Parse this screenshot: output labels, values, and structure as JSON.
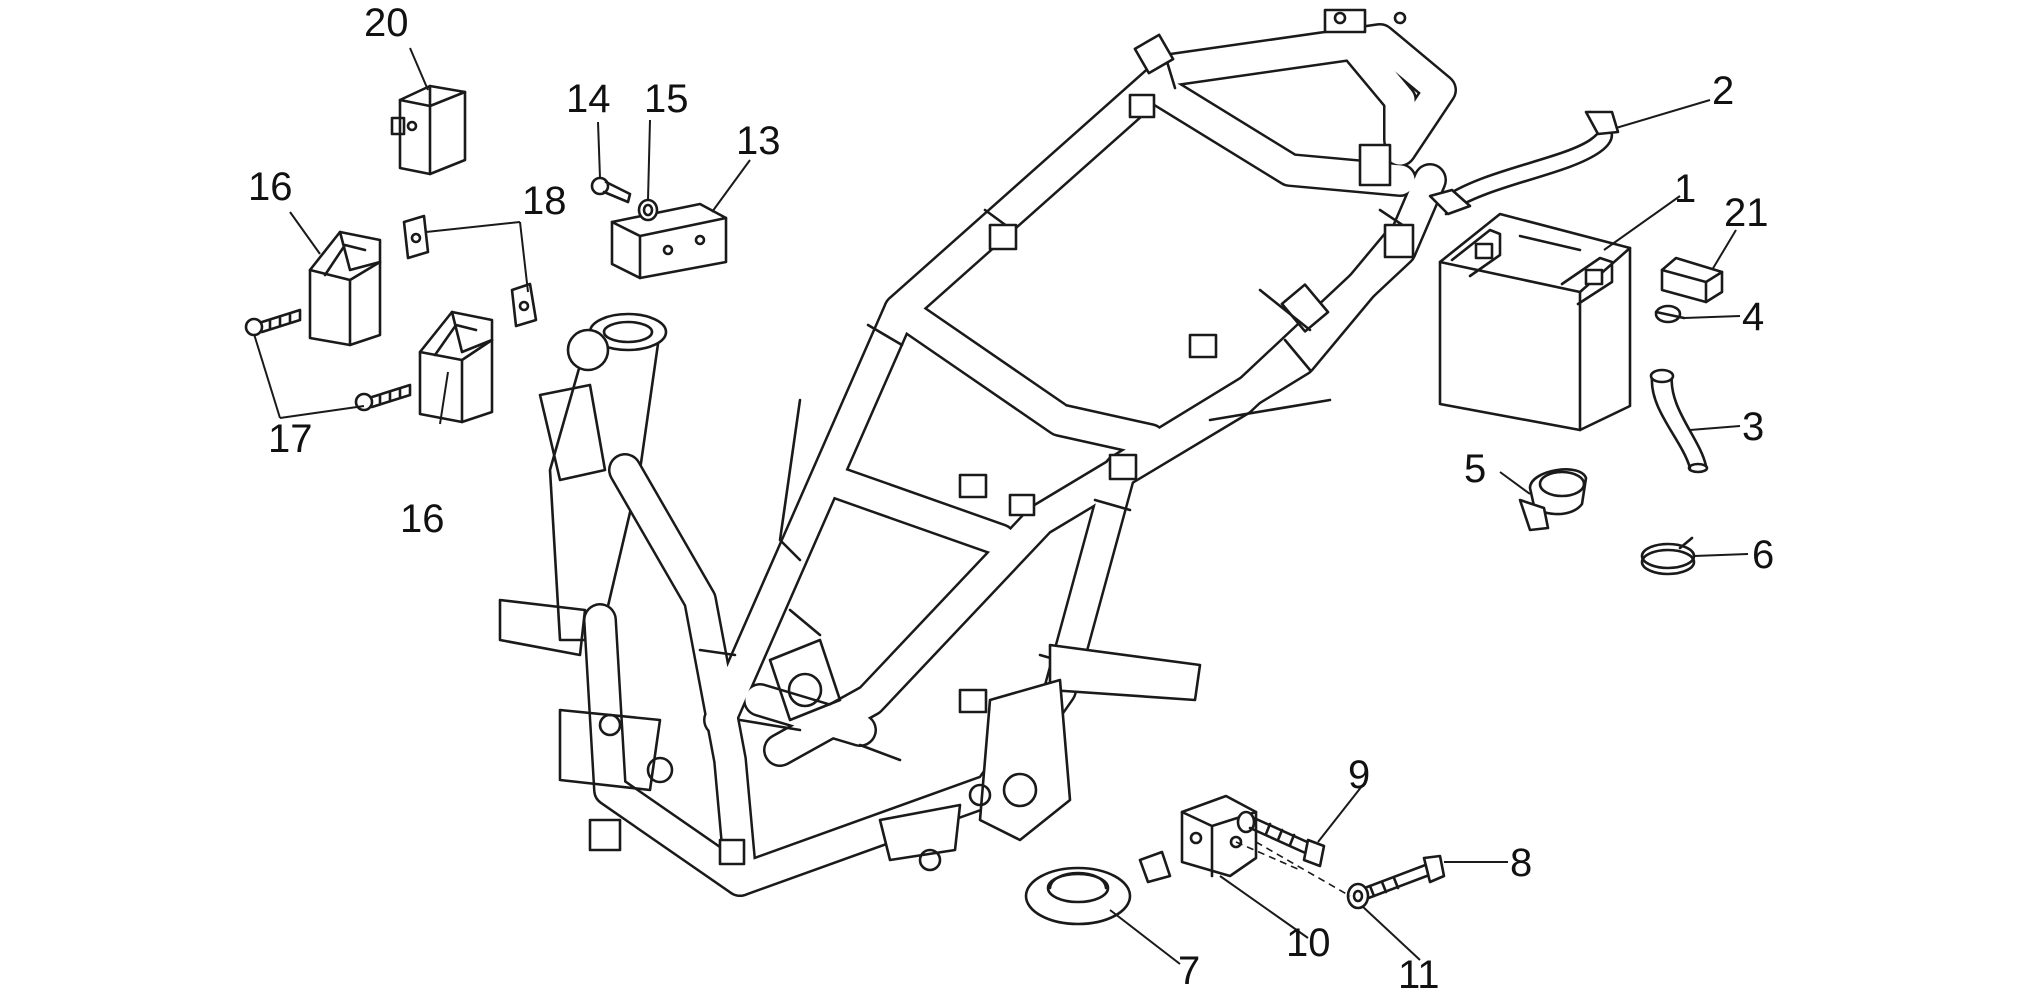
{
  "diagram": {
    "background": "#ffffff",
    "line_color": "#1a1a1a",
    "callouts": [
      {
        "id": "c1",
        "label": "1"
      },
      {
        "id": "c2",
        "label": "2"
      },
      {
        "id": "c3",
        "label": "3"
      },
      {
        "id": "c4",
        "label": "4"
      },
      {
        "id": "c5",
        "label": "5"
      },
      {
        "id": "c6",
        "label": "6"
      },
      {
        "id": "c7",
        "label": "7"
      },
      {
        "id": "c8",
        "label": "8"
      },
      {
        "id": "c9",
        "label": "9"
      },
      {
        "id": "c10",
        "label": "10"
      },
      {
        "id": "c11",
        "label": "11"
      },
      {
        "id": "c13",
        "label": "13"
      },
      {
        "id": "c14",
        "label": "14"
      },
      {
        "id": "c15",
        "label": "15"
      },
      {
        "id": "c16a",
        "label": "16"
      },
      {
        "id": "c16b",
        "label": "16"
      },
      {
        "id": "c17",
        "label": "17"
      },
      {
        "id": "c18",
        "label": "18"
      },
      {
        "id": "c20",
        "label": "20"
      },
      {
        "id": "c21",
        "label": "21"
      }
    ]
  }
}
